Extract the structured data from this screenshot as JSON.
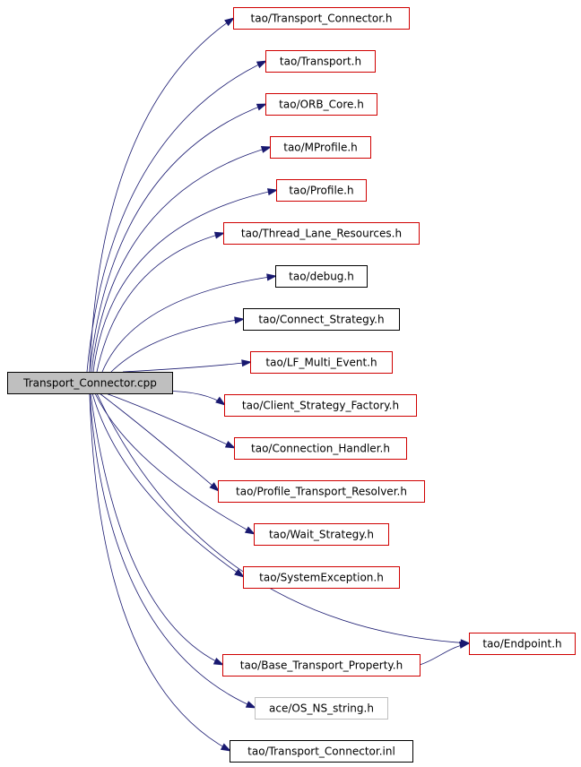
{
  "colors": {
    "edge": "#191970",
    "root_fill": "#bfbfbf",
    "border_red": "#d00000",
    "border_black": "#000000",
    "border_gray": "#bfbfbf"
  },
  "root": {
    "label": "Transport_Connector.cpp"
  },
  "includes": [
    {
      "label": "tao/Transport_Connector.h",
      "border": "red"
    },
    {
      "label": "tao/Transport.h",
      "border": "red"
    },
    {
      "label": "tao/ORB_Core.h",
      "border": "red"
    },
    {
      "label": "tao/MProfile.h",
      "border": "red"
    },
    {
      "label": "tao/Profile.h",
      "border": "red"
    },
    {
      "label": "tao/Thread_Lane_Resources.h",
      "border": "red"
    },
    {
      "label": "tao/debug.h",
      "border": "black"
    },
    {
      "label": "tao/Connect_Strategy.h",
      "border": "black"
    },
    {
      "label": "tao/LF_Multi_Event.h",
      "border": "red"
    },
    {
      "label": "tao/Client_Strategy_Factory.h",
      "border": "red"
    },
    {
      "label": "tao/Connection_Handler.h",
      "border": "red"
    },
    {
      "label": "tao/Profile_Transport_Resolver.h",
      "border": "red"
    },
    {
      "label": "tao/Wait_Strategy.h",
      "border": "red"
    },
    {
      "label": "tao/SystemException.h",
      "border": "red"
    },
    {
      "label": "tao/Endpoint.h",
      "border": "red"
    },
    {
      "label": "tao/Base_Transport_Property.h",
      "border": "red"
    },
    {
      "label": "ace/OS_NS_string.h",
      "border": "gray"
    },
    {
      "label": "tao/Transport_Connector.inl",
      "border": "black"
    }
  ]
}
